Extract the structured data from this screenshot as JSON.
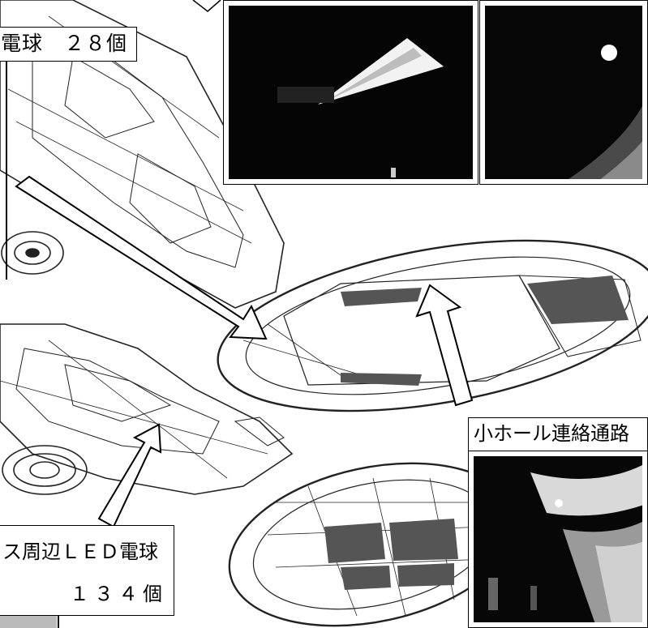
{
  "labels": {
    "top_left_count": "電球　２８個",
    "bottom_left_name": "ス周辺ＬＥＤ電球",
    "bottom_left_count": "１３４個",
    "right_corridor": "小ホール連絡通路"
  }
}
